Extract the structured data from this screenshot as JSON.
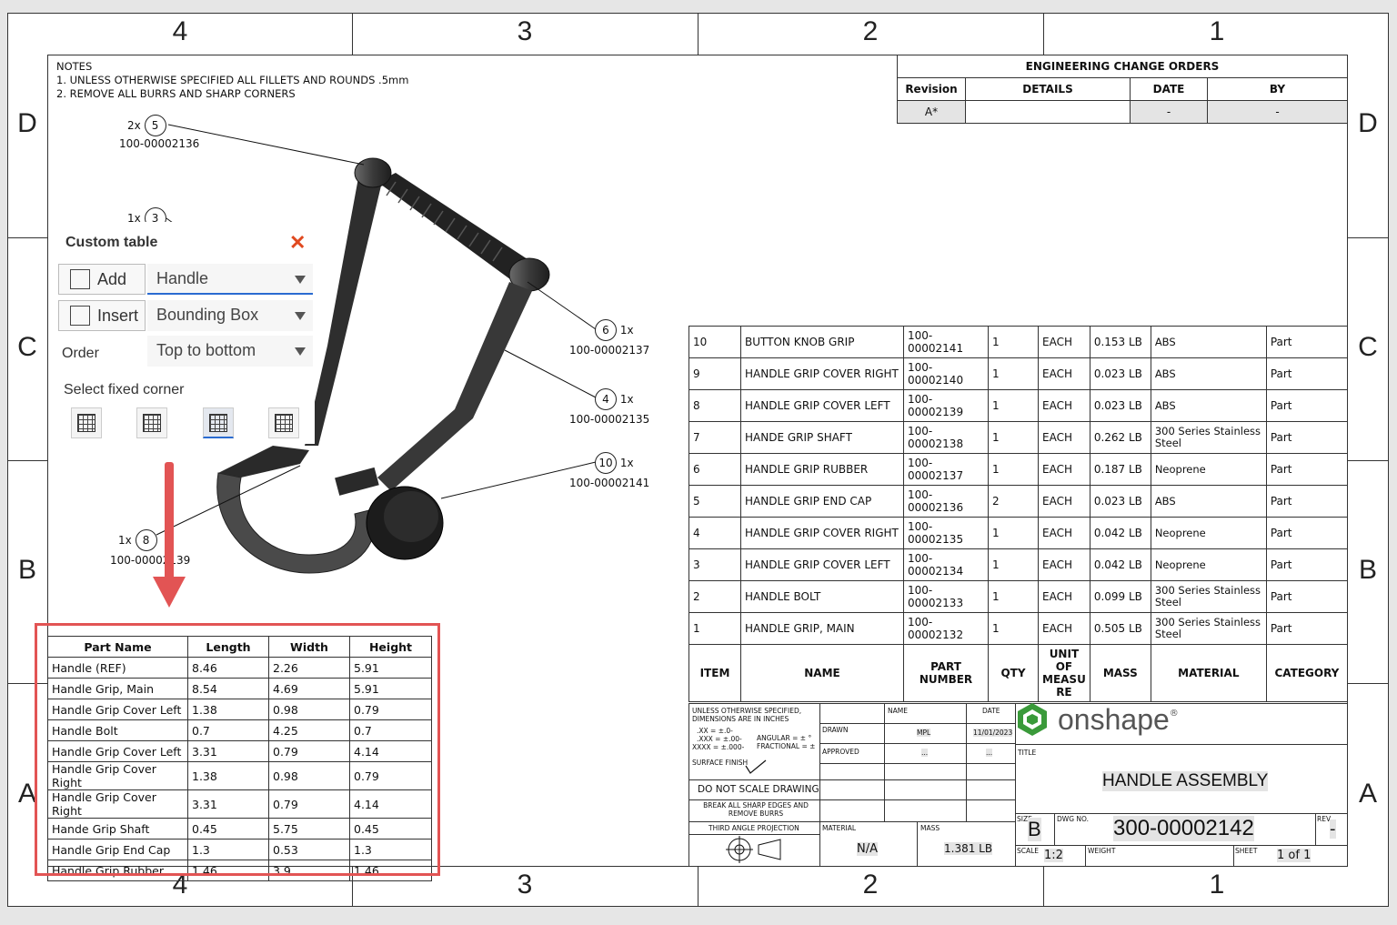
{
  "zones": {
    "columns": [
      "4",
      "3",
      "2",
      "1"
    ],
    "rows": [
      "D",
      "C",
      "B",
      "A"
    ]
  },
  "notes": {
    "heading": "NOTES",
    "items": [
      "1.    UNLESS OTHERWISE SPECIFIED ALL FILLETS AND ROUNDS .5mm",
      "2.    REMOVE ALL BURRS AND SHARP CORNERS"
    ]
  },
  "eco": {
    "title": "ENGINEERING CHANGE ORDERS",
    "headers": [
      "Revision",
      "DETAILS",
      "DATE",
      "BY"
    ],
    "rows": [
      [
        "A*",
        "",
        "-",
        "-"
      ]
    ]
  },
  "callouts": [
    {
      "qty": "2x",
      "num": "5",
      "part": "100-00002136"
    },
    {
      "qty": "1x",
      "num": "3",
      "part": ""
    },
    {
      "qty": "1x",
      "num": "6",
      "part": "100-00002137"
    },
    {
      "qty": "1x",
      "num": "4",
      "part": "100-00002135"
    },
    {
      "qty": "1x",
      "num": "10",
      "part": "100-00002141"
    },
    {
      "qty": "1x",
      "num": "8",
      "part": "100-00002139"
    }
  ],
  "panel": {
    "title": "Custom table",
    "add_label": "Add",
    "insert_label": "Insert",
    "order_label": "Order",
    "fixed_corner_label": "Select fixed corner",
    "add_value": "Handle",
    "insert_value": "Bounding Box",
    "order_value": "Top to bottom",
    "close_icon": "close-icon",
    "accent": "#2a6bd1",
    "close_color": "#e0491f"
  },
  "bom": {
    "headers": [
      "ITEM",
      "NAME",
      "PART NUMBER",
      "QTY",
      "UNIT OF MEASU RE",
      "MASS",
      "MATERIAL",
      "CATEGORY"
    ],
    "rows": [
      [
        "10",
        "BUTTON KNOB GRIP",
        "100-00002141",
        "1",
        "EACH",
        "0.153 LB",
        "ABS",
        "Part"
      ],
      [
        "9",
        "HANDLE GRIP COVER RIGHT",
        "100-00002140",
        "1",
        "EACH",
        "0.023 LB",
        "ABS",
        "Part"
      ],
      [
        "8",
        "HANDLE GRIP COVER LEFT",
        "100-00002139",
        "1",
        "EACH",
        "0.023 LB",
        "ABS",
        "Part"
      ],
      [
        "7",
        "HANDE GRIP SHAFT",
        "100-00002138",
        "1",
        "EACH",
        "0.262 LB",
        "300 Series Stainless Steel",
        "Part"
      ],
      [
        "6",
        "HANDLE GRIP RUBBER",
        "100-00002137",
        "1",
        "EACH",
        "0.187 LB",
        "Neoprene",
        "Part"
      ],
      [
        "5",
        "HANDLE GRIP END CAP",
        "100-00002136",
        "2",
        "EACH",
        "0.023 LB",
        "ABS",
        "Part"
      ],
      [
        "4",
        "HANDLE GRIP COVER RIGHT",
        "100-00002135",
        "1",
        "EACH",
        "0.042 LB",
        "Neoprene",
        "Part"
      ],
      [
        "3",
        "HANDLE GRIP COVER LEFT",
        "100-00002134",
        "1",
        "EACH",
        "0.042 LB",
        "Neoprene",
        "Part"
      ],
      [
        "2",
        "HANDLE BOLT",
        "100-00002133",
        "1",
        "EACH",
        "0.099 LB",
        "300 Series Stainless Steel",
        "Part"
      ],
      [
        "1",
        "HANDLE GRIP, MAIN",
        "100-00002132",
        "1",
        "EACH",
        "0.505 LB",
        "300 Series Stainless Steel",
        "Part"
      ]
    ]
  },
  "custom_table": {
    "headers": [
      "Part Name",
      "Length",
      "Width",
      "Height"
    ],
    "rows": [
      [
        "Handle (REF)",
        "8.46",
        "2.26",
        "5.91"
      ],
      [
        "Handle Grip, Main",
        "8.54",
        "4.69",
        "5.91"
      ],
      [
        "Handle Grip Cover Left",
        "1.38",
        "0.98",
        "0.79"
      ],
      [
        "Handle Bolt",
        "0.7",
        "4.25",
        "0.7"
      ],
      [
        "Handle Grip Cover Left",
        "3.31",
        "0.79",
        "4.14"
      ],
      [
        "Handle Grip Cover Right",
        "1.38",
        "0.98",
        "0.79"
      ],
      [
        "Handle Grip Cover Right",
        "3.31",
        "0.79",
        "4.14"
      ],
      [
        "Hande Grip Shaft",
        "0.45",
        "5.75",
        "0.45"
      ],
      [
        "Handle Grip End Cap",
        "1.3",
        "0.53",
        "1.3"
      ],
      [
        "Handle Grip Rubber",
        "1.46",
        "3.9",
        "1.46"
      ]
    ],
    "highlight_color": "#e25454"
  },
  "title_block": {
    "spec_text": "UNLESS OTHERWISE SPECIFIED, DIMENSIONS ARE IN INCHES",
    "tol_1": ".XX = ±.0-",
    "tol_2": ".XXX = ±.00-",
    "tol_3": "XXXX = ±.000-",
    "angular": "ANGULAR = ± °",
    "fractional": "FRACTIONAL = ±",
    "surface_finish": "SURFACE FINISH",
    "name_label": "NAME",
    "date_label": "DATE",
    "drawn_label": "DRAWN",
    "drawn_name": "MPL",
    "drawn_date": "11/01/2023",
    "approved_label": "APPROVED",
    "approved_name": "...",
    "approved_date": "...",
    "do_not_scale": "DO NOT SCALE DRAWING",
    "break_edges": "BREAK ALL SHARP EDGES AND REMOVE BURRS",
    "projection": "THIRD ANGLE PROJECTION",
    "material_label": "MATERIAL",
    "material_value": "N/A",
    "mass_label": "MASS",
    "mass_value": "1.381 LB",
    "logo_text": "onshape",
    "logo_mark": "®",
    "title_label": "TITLE",
    "title_value": "HANDLE ASSEMBLY",
    "size_label": "SIZE",
    "size_value": "B",
    "dwg_label": "DWG NO.",
    "dwg_value": "300-00002142",
    "rev_label": "REV.",
    "rev_value": "-",
    "scale_label": "SCALE",
    "scale_value": "1:2",
    "weight_label": "WEIGHT",
    "sheet_label": "SHEET",
    "sheet_value": "1 of 1"
  }
}
